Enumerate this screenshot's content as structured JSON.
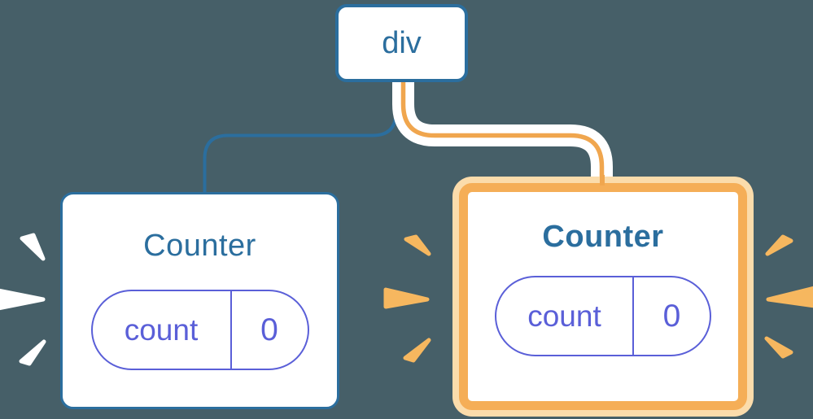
{
  "diagram": {
    "description": "React component tree re-render diagram",
    "root": {
      "label": "div"
    },
    "children": [
      {
        "label": "Counter",
        "state": {
          "name": "count",
          "value": "0"
        },
        "highlighted": false
      },
      {
        "label": "Counter",
        "state": {
          "name": "count",
          "value": "0"
        },
        "highlighted": true
      }
    ]
  },
  "colors": {
    "background": "#465f68",
    "node_blue": "#2b6e9e",
    "state_purple": "#5a5fd8",
    "wire_orange_core": "#f0a64e",
    "highlight_ring_orange": "#f5ae57",
    "highlight_ring_light": "#fbdcab",
    "burst_orange": "#f6b75f",
    "burst_white": "#ffffff",
    "card_fill": "#ffffff"
  }
}
